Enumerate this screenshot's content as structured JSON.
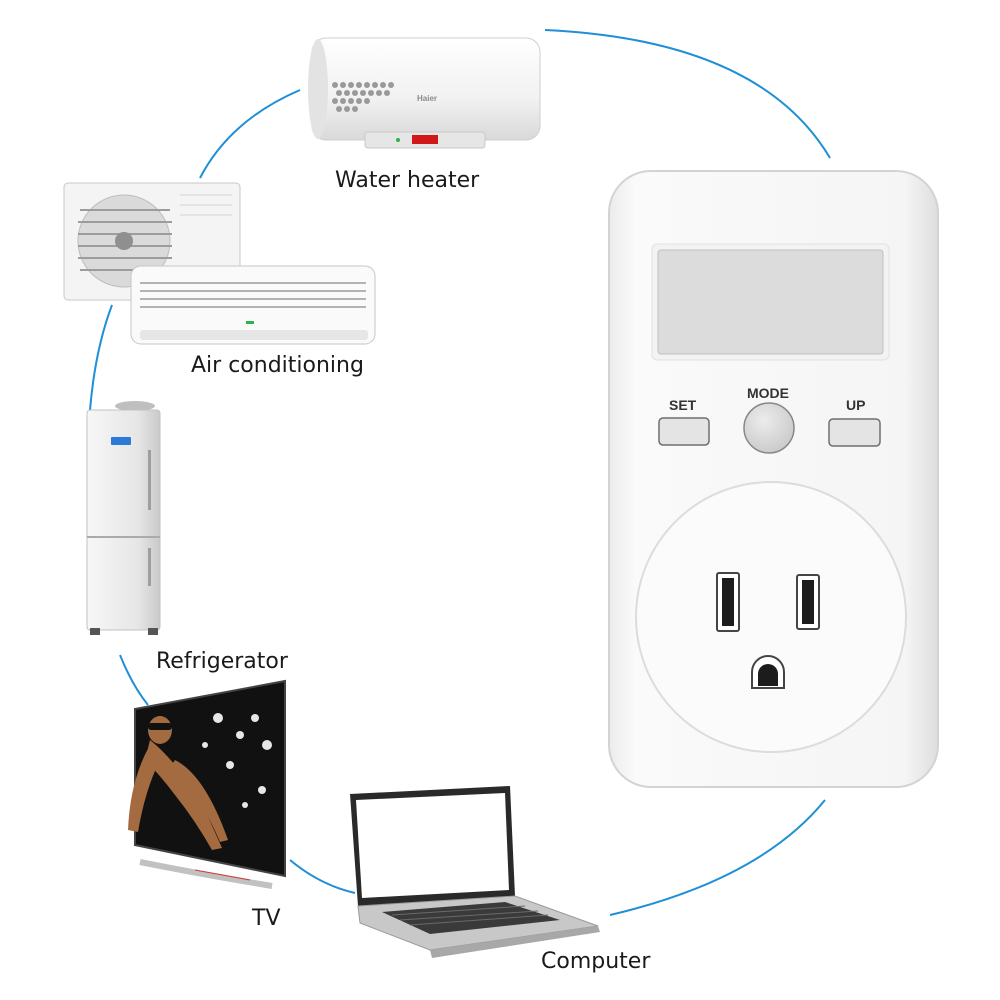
{
  "appliances": [
    {
      "id": "water-heater",
      "label": "Water heater"
    },
    {
      "id": "air-conditioning",
      "label": "Air conditioning"
    },
    {
      "id": "refrigerator",
      "label": "Refrigerator"
    },
    {
      "id": "tv",
      "label": "TV"
    },
    {
      "id": "computer",
      "label": "Computer"
    }
  ],
  "water_heater_brand": "Haier",
  "meter": {
    "set_label": "SET",
    "mode_label": "MODE",
    "up_label": "UP"
  },
  "colors": {
    "connector_line": "#1f8fd6",
    "device_body": "#f7f7f7",
    "lcd": "#dcdcdc"
  }
}
